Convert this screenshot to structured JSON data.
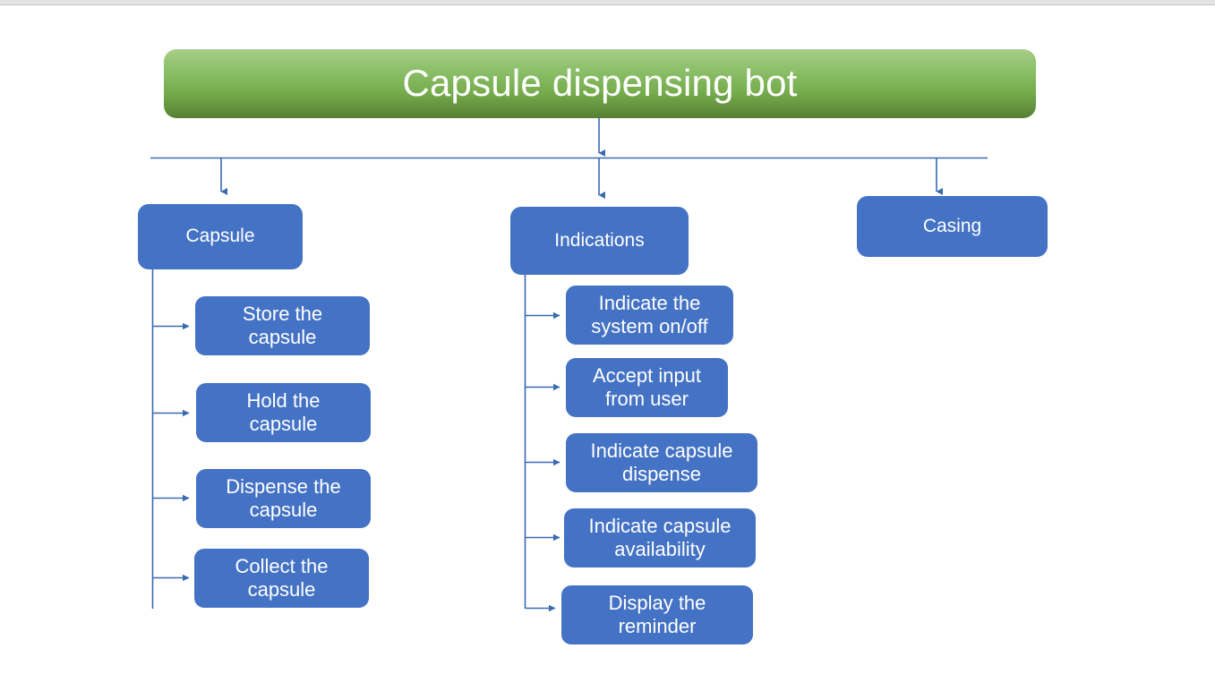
{
  "diagram": {
    "type": "hierarchy-tree",
    "title_color": "#76ad4d",
    "node_color": "#4472c4",
    "connector_color": "#3a6ab0",
    "text_color": "#ffffff",
    "root": {
      "label": "Capsule dispensing bot"
    },
    "branches": [
      {
        "id": "capsule",
        "label": "Capsule",
        "children": [
          {
            "line1": "Store the",
            "line2": "capsule"
          },
          {
            "line1": "Hold the",
            "line2": "capsule"
          },
          {
            "line1": "Dispense the",
            "line2": "capsule"
          },
          {
            "line1": "Collect the",
            "line2": "capsule"
          }
        ]
      },
      {
        "id": "indications",
        "label": "Indications",
        "children": [
          {
            "line1": "Indicate the",
            "line2": "system on/off"
          },
          {
            "line1": "Accept input",
            "line2": "from user"
          },
          {
            "line1": "Indicate capsule",
            "line2": "dispense"
          },
          {
            "line1": "Indicate capsule",
            "line2": "availability"
          },
          {
            "line1": "Display the",
            "line2": "reminder"
          }
        ]
      },
      {
        "id": "casing",
        "label": "Casing",
        "children": []
      }
    ]
  }
}
